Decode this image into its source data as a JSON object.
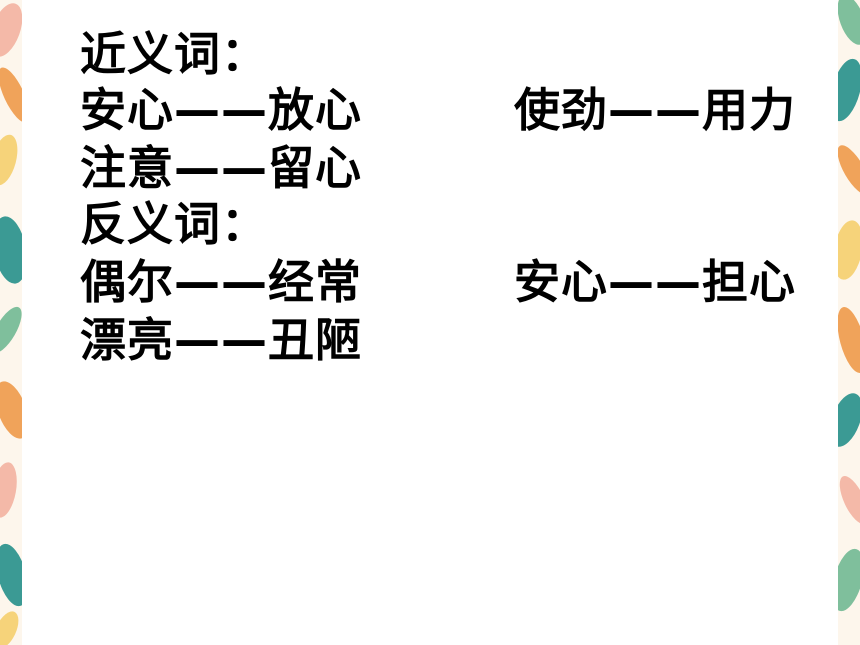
{
  "synonyms": {
    "heading": "近义词：",
    "pairs": [
      "安心——放心",
      "使劲——用力",
      "注意——留心"
    ]
  },
  "antonyms": {
    "heading": "反义词：",
    "pairs": [
      "偶尔——经常",
      "安心——担心",
      "漂亮——丑陋"
    ]
  },
  "colors": {
    "leaf_teal": "#3b9a94",
    "leaf_orange": "#f0a35a",
    "leaf_pink": "#f4b9a8",
    "leaf_yellow": "#f6d37a",
    "leaf_green": "#7fbf9c"
  }
}
